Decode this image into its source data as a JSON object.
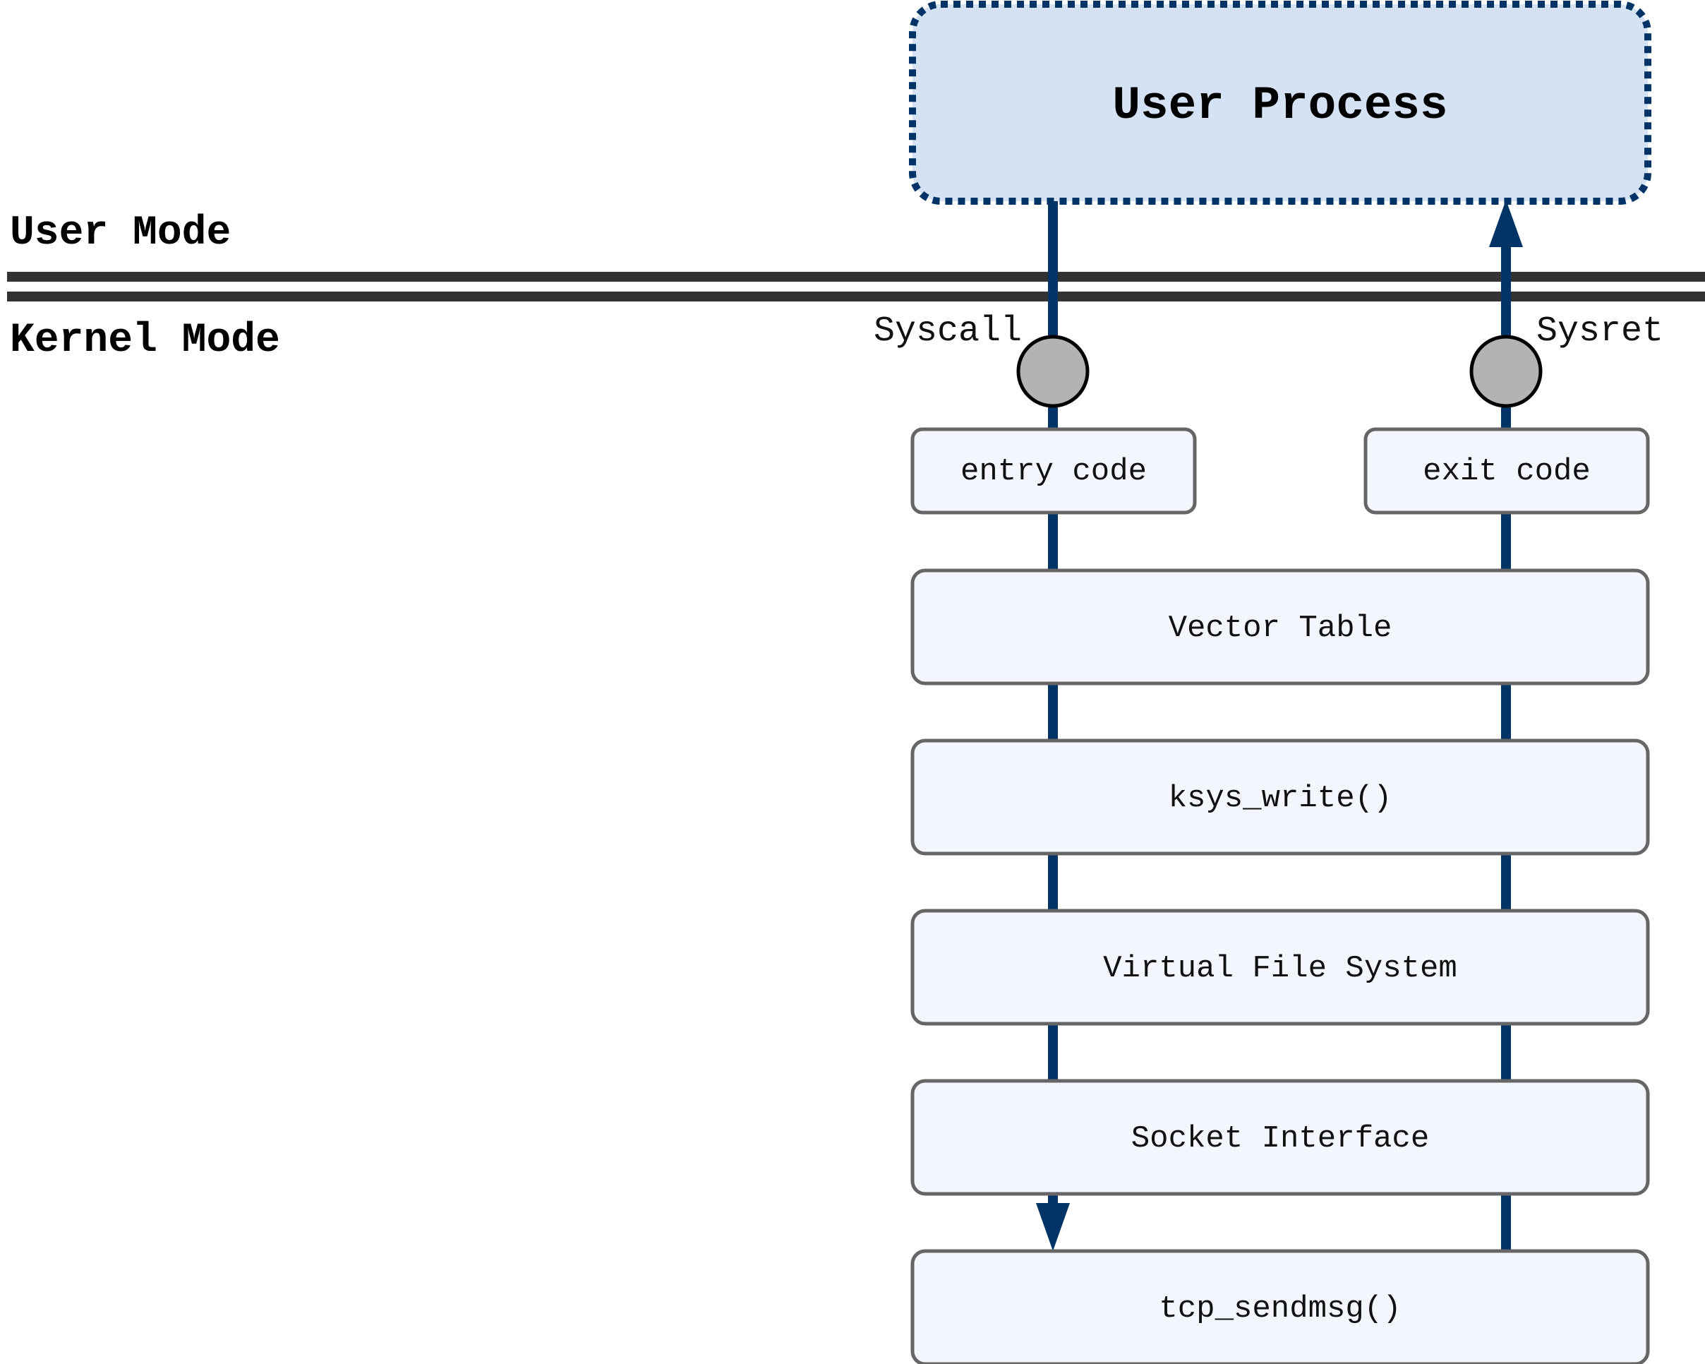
{
  "labels": {
    "user_mode": "User Mode",
    "kernel_mode": "Kernel Mode",
    "user_process": "User Process",
    "syscall": "Syscall",
    "sysret": "Sysret"
  },
  "boxes": {
    "entry_code": "entry code",
    "exit_code": "exit code",
    "vector_table": "Vector Table",
    "ksys_write": "ksys_write()",
    "virtual_file_system": "Virtual File System",
    "socket_interface": "Socket Interface",
    "tcp_sendmsg": "tcp_sendmsg()"
  },
  "colors": {
    "arrow": "#003366",
    "box_fill": "#f3f7fd",
    "box_stroke": "#666666",
    "user_process_fill": "#d5e2f4",
    "user_process_stroke": "#003366",
    "boundary_line": "#333333",
    "gate_fill": "#b3b3b3"
  }
}
